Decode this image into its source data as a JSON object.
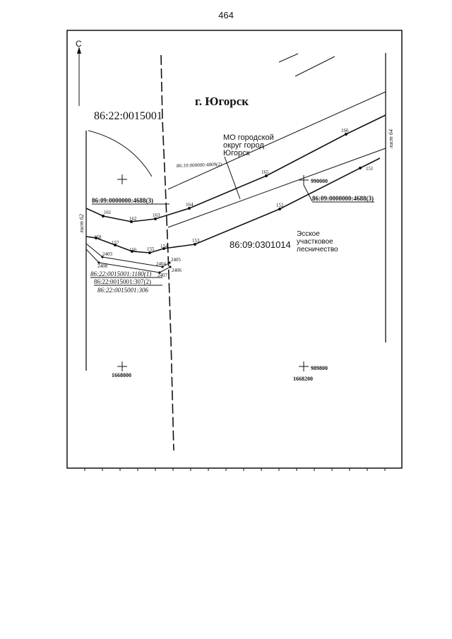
{
  "page_number": "464",
  "north_letter": "С",
  "labels": {
    "city": "г. Югорск",
    "block_top": "86:22:0015001",
    "block_main": "86:09:0301014",
    "mo_line1": "МО городской",
    "mo_line2": "округ город",
    "mo_line3": "Югорск",
    "road": "86:10:000000:4809(2)",
    "parcel_left": "86:09:0000000:4688(3)",
    "parcel_right": "86:09:0000000:4688(3)",
    "forest_line1": "Эсское",
    "forest_line2": "участковое",
    "forest_line3": "лесничество",
    "cad_a": "86:22:0015001:1180(1)",
    "cad_b": "86:22:0015001:307(2)",
    "cad_c": "86:22:0015001:306",
    "sheet_left": "лист 62",
    "sheet_right": "лист 64"
  },
  "coords": {
    "y_top": "990000",
    "y_bottom": "989800",
    "x_left": "1668000",
    "x_right": "1668200"
  },
  "points": {
    "p151": "151",
    "p152": "152",
    "p153": "153",
    "p154": "154",
    "p155": "155",
    "p156": "156",
    "p157": "157",
    "p158": "158",
    "p161": "161",
    "p162": "162",
    "p163": "163",
    "p164": "164",
    "p165": "165",
    "p166": "166",
    "p2403": "2403",
    "p2404": "2404",
    "p2405": "2405",
    "p2406": "2406",
    "p2407": "2407",
    "p2408": "2408"
  }
}
